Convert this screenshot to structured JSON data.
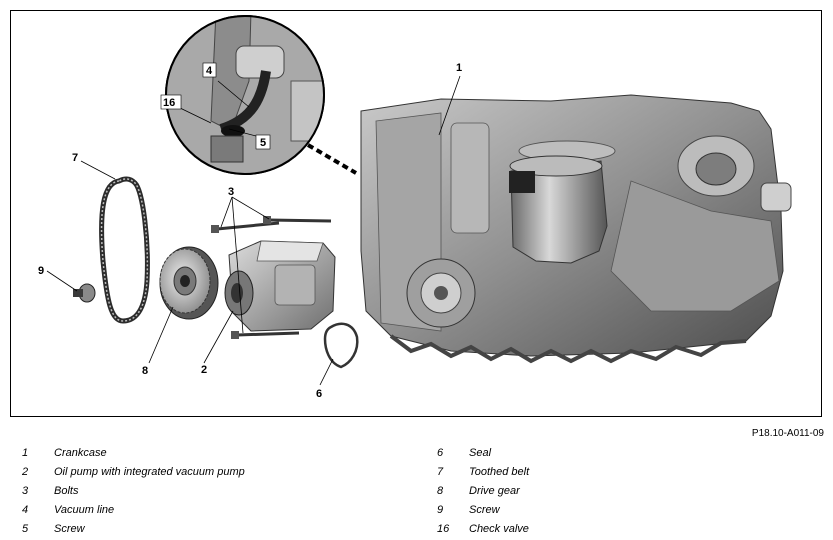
{
  "figure": {
    "id": "P18.10-A011-09",
    "callouts": [
      "1",
      "2",
      "3",
      "4",
      "5",
      "6",
      "7",
      "8",
      "9",
      "16"
    ]
  },
  "legend": {
    "left": [
      {
        "num": "1",
        "label": "Crankcase"
      },
      {
        "num": "2",
        "label": "Oil pump with integrated vacuum pump"
      },
      {
        "num": "3",
        "label": "Bolts"
      },
      {
        "num": "4",
        "label": "Vacuum line"
      },
      {
        "num": "5",
        "label": "Screw"
      }
    ],
    "right": [
      {
        "num": "6",
        "label": "Seal"
      },
      {
        "num": "7",
        "label": "Toothed belt"
      },
      {
        "num": "8",
        "label": "Drive gear"
      },
      {
        "num": "9",
        "label": "Screw"
      },
      {
        "num": "16",
        "label": "Check valve"
      }
    ]
  }
}
